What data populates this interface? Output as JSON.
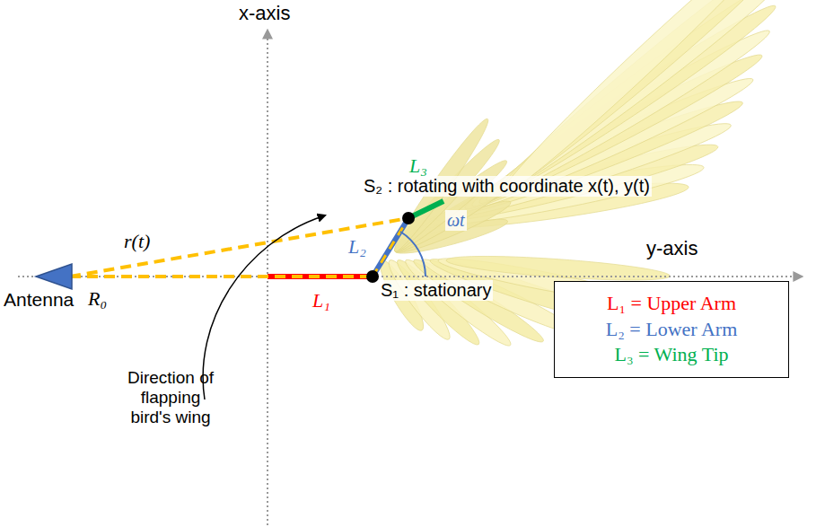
{
  "diagram": {
    "nodes": [
      {
        "text": [
          "L₁ = Upper Arm",
          "L₂ = Lower Arm",
          "L₃ = Wing Tip"
        ]
      }
    ],
    "labels": [
      "x-axis",
      "y-axis",
      "Antenna",
      "r(t)",
      "R₀",
      "L₁",
      "L₂",
      "L₃",
      "S₁ : stationary",
      "S₂ : rotating with coordinate x(t), y(t)",
      "ωt",
      "Direction of flapping bird's wing"
    ]
  }
}
